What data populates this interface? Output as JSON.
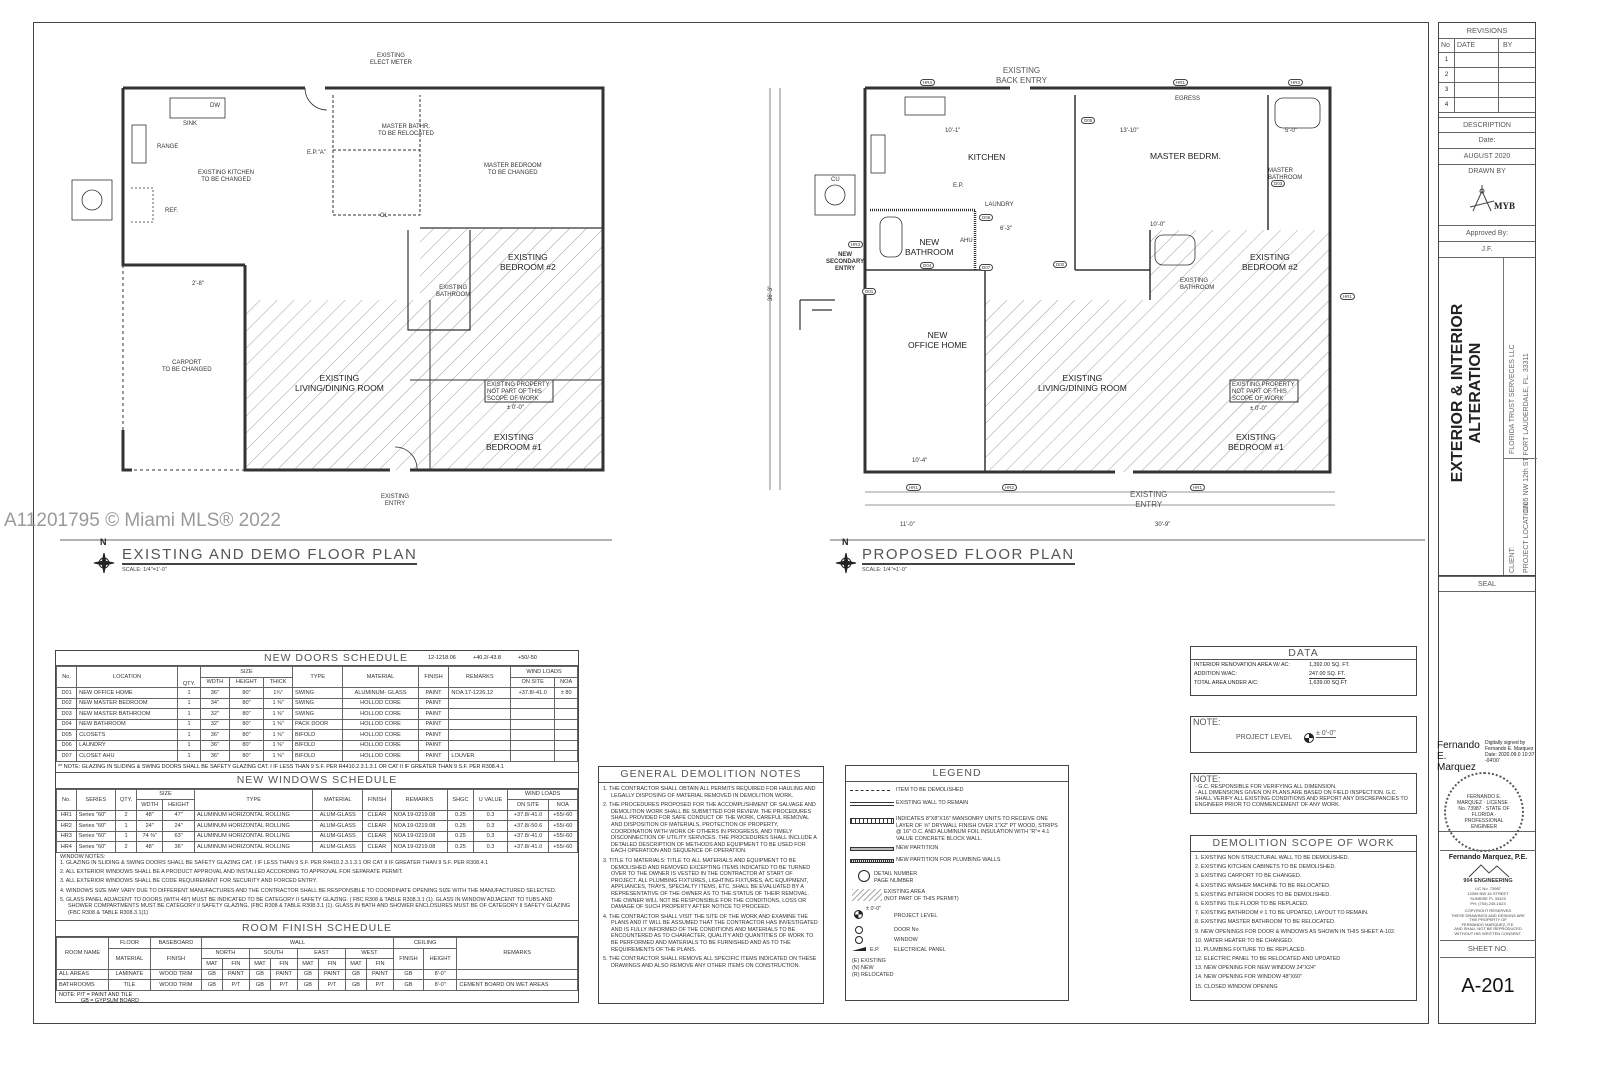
{
  "watermark": "A11201795 © Miami MLS® 2022",
  "existing_plan": {
    "title": "EXISTING AND DEMO FLOOR PLAN",
    "scale": "SCALE: 1/4\"=1'-0\"",
    "north": "N",
    "labels": {
      "elect_meter": "EXISTING\nELECT METER",
      "sink": "SINK",
      "dw": "DW",
      "range": "RANGE",
      "ref": "REF.",
      "kitchen": "EXISTING KITCHEN\nTO BE CHANGED",
      "master_bath": "MASTER BATHR.\nTO BE RELOCATED",
      "ep": "E.P.\"A\"",
      "master_bed": "MASTER BEDROOM\nTO BE CHANGED",
      "cl": "CL",
      "carport": "CARPORT\nTO BE CHANGED",
      "bathroom": "EXISTING\nBATHROOM",
      "dim": "2'-8\"",
      "entry": "EXISTING\nENTRY",
      "property_note": "EXISTING PROPERTY\nNOT PART OF THIS\nSCOPE OF WORK",
      "level": "± 0'-0\""
    },
    "rooms": {
      "living": "EXISTING\nLIVING/DINING ROOM",
      "bed2": "EXISTING\nBEDROOM #2",
      "bed1": "EXISTING\nBEDROOM #1"
    }
  },
  "proposed_plan": {
    "title": "PROPOSED FLOOR PLAN",
    "scale": "SCALE: 1/4\"=1'-0\"",
    "north": "N",
    "labels": {
      "back_entry": "EXISTING\nBACK ENTRY",
      "cu": "CU",
      "laundry": "LAUNDRY",
      "ep": "E.P.",
      "ahu": "AHU",
      "secondary_entry": "NEW\nSECONDARY\nENTRY",
      "master_bath": "MASTER\nBATHROOM",
      "existing_bath": "EXISTING\nBATHROOM",
      "entry": "EXISTING\nENTRY",
      "egress": "EGRESS",
      "property_note": "EXISTING PROPERTY\nNOT PART OF THIS\nSCOPE OF WORK",
      "level": "± 0'-0\"",
      "d1": "10'-1\"",
      "d2": "13'-10\"",
      "d3": "5'-0\"",
      "d4": "6'-3\"",
      "d5": "10'-0\"",
      "d6": "10'-4\"",
      "d7": "11'-0\"",
      "d8": "30'-9\"",
      "d9": "36'-3\""
    },
    "rooms": {
      "kitchen": "KITCHEN",
      "master": "MASTER BEDRM.",
      "new_bath": "NEW\nBATHROOM",
      "office": "NEW\nOFFICE HOME",
      "living": "EXISTING\nLIVING/DINING ROOM",
      "bed2": "EXISTING\nBEDROOM #2",
      "bed1": "EXISTING\nBEDROOM #1"
    },
    "tags": [
      "HR4",
      "HR1",
      "HR3",
      "HR3",
      "HR1",
      "HR1",
      "HR2",
      "HR1",
      "D01",
      "D02",
      "D03",
      "D04",
      "D05",
      "D06",
      "D07"
    ]
  },
  "doors": {
    "title": "NEW DOORS SCHEDULE",
    "ref1": "12-1218.06",
    "ref2": "+40.2/-43.8",
    "ref3": "+50/-50",
    "headers": {
      "no": "No.",
      "location": "LOCATION",
      "size": "SIZE",
      "qty": "QTY.",
      "wdth": "WDTH",
      "height": "HEIGHT",
      "thick": "THICK",
      "type": "TYPE",
      "material": "MATERIAL",
      "finish": "FINISH",
      "remarks": "REMARKS",
      "wind": "WIND LOADS",
      "onsite": "ON SITE",
      "noa": "NOA"
    },
    "rows": [
      {
        "no": "D01",
        "location": "NEW OFFICE HOME",
        "qty": "1",
        "w": "36\"",
        "h": "80\"",
        "t": "1¾\"",
        "type": "SWING",
        "material": "ALUMINUM- GLASS",
        "finish": "PAINT",
        "remarks": "NOA 17-1226.12",
        "onsite": "+37.8/-41.0",
        "noa": "± 80"
      },
      {
        "no": "D02",
        "location": "NEW MASTER BEDROOM",
        "qty": "1",
        "w": "34\"",
        "h": "80\"",
        "t": "1 ⅜\"",
        "type": "SWING",
        "material": "HOLLOD CORE",
        "finish": "PAINT",
        "remarks": "",
        "onsite": "",
        "noa": ""
      },
      {
        "no": "D03",
        "location": "NEW MASTER BATHROOM",
        "qty": "1",
        "w": "32\"",
        "h": "80\"",
        "t": "1 ⅜\"",
        "type": "SWING",
        "material": "HOLLOD CORE",
        "finish": "PAINT",
        "remarks": "",
        "onsite": "",
        "noa": ""
      },
      {
        "no": "D04",
        "location": "NEW BATHROOM",
        "qty": "1",
        "w": "32\"",
        "h": "80\"",
        "t": "1 ⅜\"",
        "type": "PACK DOOR",
        "material": "HOLLOD CORE",
        "finish": "PAINT",
        "remarks": "",
        "onsite": "",
        "noa": ""
      },
      {
        "no": "D05",
        "location": "CLOSETS",
        "qty": "1",
        "w": "36\"",
        "h": "80\"",
        "t": "1 ⅜\"",
        "type": "BIFOLD",
        "material": "HOLLOD CORE",
        "finish": "PAINT",
        "remarks": "",
        "onsite": "",
        "noa": ""
      },
      {
        "no": "D06",
        "location": "LAUNDRY",
        "qty": "1",
        "w": "36\"",
        "h": "80\"",
        "t": "1 ⅜\"",
        "type": "BIFOLD",
        "material": "HOLLOD CORE",
        "finish": "PAINT",
        "remarks": "",
        "onsite": "",
        "noa": ""
      },
      {
        "no": "D07",
        "location": "CLOSET AHU",
        "qty": "1",
        "w": "36\"",
        "h": "80\"",
        "t": "1 ⅜\"",
        "type": "BIFOLD",
        "material": "HOLLOD CORE",
        "finish": "PAINT",
        "remarks": "LOUVER",
        "onsite": "",
        "noa": ""
      }
    ],
    "note": "** NOTE: GLAZING IN SLIDING & SWING DOORS SHALL BE SAFETY GLAZING CAT. I IF LESS THAN 9 S.F. PER R4410.2.3.1.3.1 OR CAT II IF GREATER THAN 9 S.F. PER R308.4.1"
  },
  "windows": {
    "title": "NEW WINDOWS SCHEDULE",
    "headers": {
      "no": "No.",
      "series": "SERIES",
      "qty": "QTY.",
      "size": "SIZE",
      "wdth": "WDTH",
      "height": "HEIGHT",
      "type": "TYPE",
      "material": "MATERIAL",
      "finish": "FINISH",
      "remarks": "REMARKS",
      "shgc": "SHGC",
      "u": "U VALUE",
      "wind": "WIND LOADS",
      "onsite": "ON SITE",
      "noa": "NOA"
    },
    "rows": [
      {
        "no": "HR1",
        "series": "Series \"60\"",
        "qty": "2",
        "w": "48\"",
        "h": "47\"",
        "type": "ALUMINUM HORIZONTAL ROLLING",
        "material": "ALUM-GLASS",
        "finish": "CLEAR",
        "remarks": "NOA 19-0219.08",
        "shgc": "0.25",
        "u": "0.3",
        "onsite": "+37.8/-41.0",
        "noa": "+55/-60"
      },
      {
        "no": "HR2",
        "series": "Series \"60\"",
        "qty": "1",
        "w": "24\"",
        "h": "24\"",
        "type": "ALUMINUM HORIZONTAL ROLLING",
        "material": "ALUM-GLASS",
        "finish": "CLEAR",
        "remarks": "NOA 19-0219.08",
        "shgc": "0.25",
        "u": "0.3",
        "onsite": "+37.8/-50.6",
        "noa": "+55/-60"
      },
      {
        "no": "HR3",
        "series": "Series \"60\"",
        "qty": "1",
        "w": "74 ⅜\"",
        "h": "63\"",
        "type": "ALUMINUM HORIZONTAL ROLLING",
        "material": "ALUM-GLASS",
        "finish": "CLEAR",
        "remarks": "NOA 19-0219.08",
        "shgc": "0.25",
        "u": "0.3",
        "onsite": "+37.8/-41.0",
        "noa": "+55/-60"
      },
      {
        "no": "HR4",
        "series": "Series \"60\"",
        "qty": "2",
        "w": "48\"",
        "h": "36\"",
        "type": "ALUMINUM HORIZONTAL ROLLING",
        "material": "ALUM-GLASS",
        "finish": "CLEAR",
        "remarks": "NOA 19-0219.08",
        "shgc": "0.25",
        "u": "0.3",
        "onsite": "+37.8/-41.0",
        "noa": "+55/-60"
      }
    ],
    "notes_title": "WINDOW NOTES:",
    "notes": [
      "1.  GLAZING IN SLIDING & SWING DOORS SHALL BE SAFETY GLAZING CAT. I IF LESS THAN 9 S.F. PER R4410.2.3.1.3.1 OR CAT II IF GREATER THAN 9 S.F. PER R308.4.1",
      "2.  ALL EXTERIOR WINDOWS SHALL BE A PRODUCT APPROVAL AND INSTALLED ACCORDING TO APPROVAL FOR SEPARATE PERMIT.",
      "3.  ALL EXTERIOR WINDOWS SHALL BE CODE REQUIREMENT FOR SECURITY AND FORCED ENTRY.",
      "4.  WINDOWS SIZE MAY VARY DUE TO DIFFERENT MANUFACTURES AND THE CONTRACTOR SHALL BE RESPONSIBLE TO COORDINATE OPENING SIZE WITH THE MANUFACTURED SELECTED.",
      "5.  GLASS PANEL ADJACENT TO DOORS (WITH 48\") MUST BE INDICATED TO BE CATEGORY II SAFETY GLAZING. ( FBC R308 & TABLE R308.3.1 (1). GLASS IN WINDOW ADJACENT TO TUBS AND SHOWER COMPARTMENTS MUST BE CATEGORY II SAFETY GLAZING. (FBC R308 & TABLE R308.3.1 (1). GLASS IN BATH AND SHOWER ENCLOSURES MUST BE OF CATEGORY II SAFETY GLAZING (FBC R308 & TABLE R308.3.1(1)"
    ]
  },
  "room_finish": {
    "title": "ROOM FINISH SCHEDULE",
    "headers": {
      "room": "ROOM NAME",
      "floor": "FLOOR",
      "material": "MATERIAL",
      "baseboard": "BASEBOARD",
      "finish": "FINISH",
      "wall": "WALL",
      "north": "NORTH",
      "south": "SOUTH",
      "east": "EAST",
      "west": "WEST",
      "mat": "MAT",
      "fin": "FIN",
      "ceiling": "CEILING",
      "height": "HEIGHT",
      "remarks": "REMARKS"
    },
    "rows": [
      {
        "room": "ALL AREAS",
        "floor": "LAMINATE",
        "base": "WOOD TRIM",
        "nm": "GB",
        "nf": "PAINT",
        "sm": "GB",
        "sf": "PAINT",
        "em": "GB",
        "ef": "PAINT",
        "wm": "GB",
        "wf": "PAINT",
        "cf": "GB",
        "ch": "8'-0\"",
        "remarks": ""
      },
      {
        "room": "BATHROOMS",
        "floor": "TILE",
        "base": "WOOD TRIM",
        "nm": "GB",
        "nf": "P/T",
        "sm": "GB",
        "sf": "P/T",
        "em": "GB",
        "ef": "P/T",
        "wm": "GB",
        "wf": "P/T",
        "cf": "GB",
        "ch": "8'-0\"",
        "remarks": "CEMENT BOARD ON WET AREAS"
      }
    ],
    "note1": "NOTE:  P/T = PAINT AND TILE",
    "note2": "GB = GYPSUM BOARD"
  },
  "demolition_notes": {
    "title": "GENERAL DEMOLITION NOTES",
    "items": [
      "1.  THE CONTRACTOR SHALL OBTAIN ALL PERMITS REQUIRED FOR HAULING AND LEGALLY DISPOSING OF MATERIAL REMOVED IN DEMOLITION WORK.",
      "2.  THE PROCEDURES PROPOSED FOR THE ACCOMPLISHMENT OF SALVAGE AND DEMOLITION WORK SHALL BE SUBMITTED FOR REVIEW. THE PROCEDURES SHALL PROVIDED FOR SAFE CONDUCT OF THE WORK, CAREFUL REMOVAL AND DISPOSITION OF MATERIALS, PROTECTION OF PROPERTY, COORDINATION WITH WORK OF OTHERS IN PROGRESS, AND TIMELY DISCONNECTION OF UTILITY SERVICES. THE PROCEDURES SHALL INCLUDE A DETAILED DESCRIPTION OF METHODS AND EQUIPMENT TO BE USED FOR EACH OPERATION AND SEQUENCE OF OPERATION.",
      "3.  TITLE TO MATERIALS: TITLE TO ALL MATERIALS AND EQUIPMENT TO BE DEMOLISHED AND REMOVED EXCEPTING ITEMS INDICATED TO BE TURNED OVER TO THE OWNER IS VESTED IN THE CONTRACTOR AT START OF PROJECT. ALL PLUMBING FIXTURES, LIGHTING FIXTURES, A/C EQUIPMENT, APPLIANCES, TRAYS, SPECIALTY ITEMS, ETC. SHALL BE EVALUATED BY A REPRESENTATIVE OF THE OWNER AS TO THE STATUS OF THEIR REMOVAL. THE OWNER WILL NOT BE RESPONSIBLE FOR THE CONDITIONS, LOSS OR DAMAGE OF SUCH PROPERTY AFTER NOTICE TO PROCEED.",
      "4.  THE CONTRACTOR SHALL VISIT THE SITE OF THE WORK AND EXAMINE THE PLANS AND IT WILL BE ASSUMED THAT THE CONTRACTOR HAS INVESTIGATED AND IS FULLY INFORMED OF THE CONDITIONS AND MATERIALS TO BE ENCOUNTERED AS TO CHARACTER, QUALITY AND QUANTITIES OF WORK TO BE PERFORMED AND MATERIALS TO BE FURNISHED AND AS TO THE REQUIREMENTS OF THE PLANS.",
      "5.  THE CONTRACTOR SHALL REMOVE ALL SPECIFIC ITEMS INDICATED ON THESE DRAWINGS AND ALSO REMOVE ANY OTHER ITEMS ON CONSTRUCTION."
    ]
  },
  "legend": {
    "title": "LEGEND",
    "items": [
      "ITEM TO BE DEMOLISHED",
      "EXISTING WALL TO REMAIN",
      "INDICATES 8\"X8\"X16\" MANSONRY UNITS TO RECEIVE ONE LAYER OF ⅝\" DRYWALL FINISH OVER 1\"X2\" PT WOOD, STRIPS @ 16\" O.C. AND ALUMINUM FOIL INSULATION WITH \"R\"= 4.1 VALUE CONCRETE BLOCK WALL.",
      "NEW PARTITION",
      "NEW PARTITION FOR PLUMBING WALLS",
      "DETAIL NUMBER",
      "PAGE NUMBER",
      "EXISTING AREA",
      "(NOT PART OF THIS PERMIT)",
      "PROJECT LEVEL",
      "DOOR No",
      "WINDOW",
      "ELECTRICAL PANEL"
    ],
    "level": "± 0'-0\"",
    "ep": "E.P.",
    "abbr": [
      "(E) EXISTING",
      "(N) NEW",
      "(R) RELOCATED"
    ]
  },
  "data_box": {
    "title": "DATA",
    "rows": [
      {
        "label": "INTERIOR RENOVATION AREA W/ AC:",
        "value": "1,392.00 SQ. FT."
      },
      {
        "label": "ADDITION W/AC:",
        "value": "247.00 SQ. FT."
      },
      {
        "label": "TOTAL AREA UNDER A/C:",
        "value": "1,639.00 SQ.FT"
      }
    ]
  },
  "note_level": {
    "title": "NOTE:",
    "label": "PROJECT LEVEL",
    "value": "± 0'-0\""
  },
  "note_general": {
    "title": "NOTE:",
    "items": [
      "-  G.C. RESPONSIBLE FOR VERIFYING ALL DIMENSION.",
      "-  ALL DIMENSIONS GIVEN ON PLANS ARE BASED ON FIELD INSPECTION. G.C. SHALL VERIFY ALL EXISTING CONDITIONS AND REPORT ANY DISCREPANCIES TO ENGINEER PRIOR TO COMMENCEMENT OF ANY WORK."
    ]
  },
  "scope": {
    "title": "DEMOLITION SCOPE OF WORK",
    "items": [
      "1.  EXISTING NON STRUCTURAL WALL TO BE DEMOLISHED.",
      "2.  EXISTING KITCHEN CABINETS TO BE DEMOLISHED.",
      "3.  EXISTING CARPORT TO BE CHANGED.",
      "4.  EXISTING WASHER MACHINE TO BE RELOCATED.",
      "5.  EXISTING INTERIOR DOORS TO BE DEMOLISHED.",
      "6.  EXISTING TILE FLOOR TO BE REPLACED.",
      "7.  EXISTING BATHROOM # 1 TO BE UPDATED, LAYOUT TO REMAIN.",
      "8.  EXISTING MASTER BATHROOM TO BE RELOCATED.",
      "9.  NEW OPENINGS FOR DOOR & WINDOWS AS SHOWN IN THIS SHEET A-102.",
      "10. WATER HEATER TO BE CHANGED.",
      "11. PLUMBING FIXTURE TO BE REPLACED.",
      "12. ELECTRIC PANEL TO BE RELOCATED AND UPDATED",
      "13. NEW OPENING FOR NEW WINDOW 24\"X24\"",
      "14. NEW OPENING FOR WINDOW 48\"X60\"",
      "15. CLOSED WINDOW OPENING"
    ]
  },
  "title_block": {
    "revisions": "REVISIONS",
    "no": "No",
    "date": "DATE",
    "by": "BY",
    "rev_nums": [
      "1",
      "2",
      "3",
      "4"
    ],
    "description": "DESCRIPTION",
    "date_label": "Date:",
    "date_value": "AUGUST 2020",
    "drawn_by": "DRAWN BY",
    "drawn_logo": "MYB",
    "approved_by": "Approved By:",
    "approved_value": "J.F.",
    "project_title": "EXTERIOR & INTERIOR ALTERATION",
    "client_label": "CLIENT:",
    "client": "FLORIDA TRUST SERVECES LLC",
    "location_label": "PROJECT LOCATION:",
    "location": "1205 NW 12th ST FORT LAUDERDALE, FL. 33311",
    "seal": "SEAL",
    "signer": "Fernando E. Marquez",
    "signature": "Digitally signed by Fernando E. Marquez Date: 2020.09.0 10:37 -04'00'",
    "seal_text": "FERNANDO E. MARQUEZ · LICENSE · No. 73987 · STATE OF FLORIDA · PROFESSIONAL ENGINEER",
    "company": "Fernando Marquez, P.E.",
    "logo": "904 ENGINEERING",
    "lic": "LIC No. 73987",
    "address": "12095 NW 44 STREET\nSUNRISE FL 33323\nPH: (754) 245-1623",
    "copyright": "COPYRIGHT RESERVED\nTHESE DRAWINGS AND DESIGNS ARE\nTHE PROPERTY OF\nFERNANDO MARQUEZ, P.E.\nAND SHALL NOT BE REPRODUCED\nWITHOUT HIS WRITTEN CONSENT.",
    "sheet_no": "SHEET NO.",
    "sheet": "A-201"
  }
}
